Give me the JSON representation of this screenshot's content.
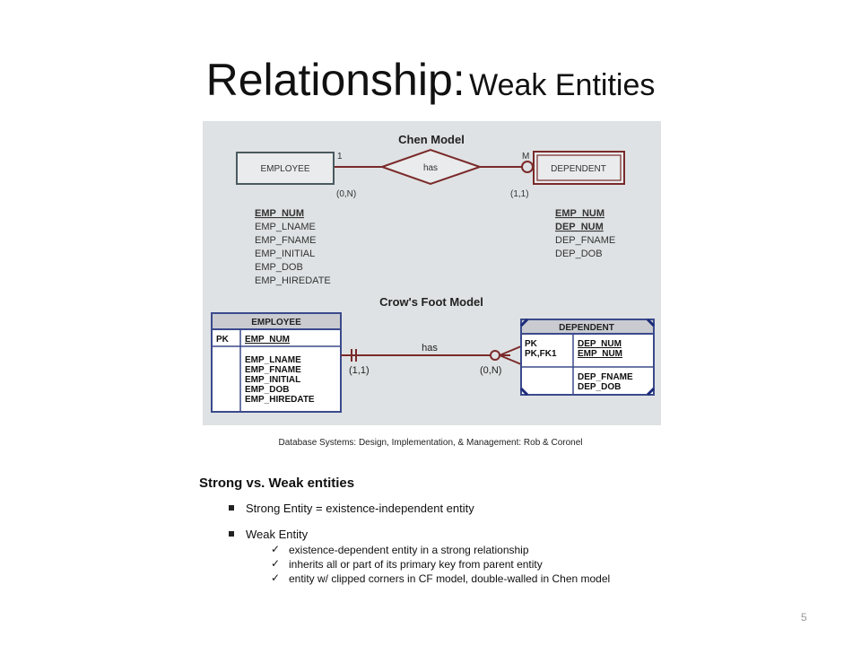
{
  "slide": {
    "title_main": "Relationship:",
    "title_sub": "Weak Entities",
    "caption": "Database Systems: Design, Implementation, & Management: Rob & Coronel",
    "page_number": "5"
  },
  "diagram": {
    "chen": {
      "title": "Chen Model",
      "entity_left": "EMPLOYEE",
      "entity_right": "DEPENDENT",
      "relationship": "has",
      "card_left": "1",
      "card_right": "M",
      "part_left": "(0,N)",
      "part_right": "(1,1)",
      "attrs_left": [
        "EMP_NUM",
        "EMP_LNAME",
        "EMP_FNAME",
        "EMP_INITIAL",
        "EMP_DOB",
        "EMP_HIREDATE"
      ],
      "attrs_right": [
        "EMP_NUM",
        "DEP_NUM",
        "DEP_FNAME",
        "DEP_DOB"
      ]
    },
    "crowsfoot": {
      "title": "Crow's Foot Model",
      "relationship": "has",
      "card_left": "(1,1)",
      "card_right": "(0,N)",
      "employee": {
        "name": "EMPLOYEE",
        "pk_label": "PK",
        "pk_attr": "EMP_NUM",
        "attrs": [
          "EMP_LNAME",
          "EMP_FNAME",
          "EMP_INITIAL",
          "EMP_DOB",
          "EMP_HIREDATE"
        ]
      },
      "dependent": {
        "name": "DEPENDENT",
        "key_labels": [
          "PK",
          "PK,FK1"
        ],
        "key_attrs": [
          "DEP_NUM",
          "EMP_NUM"
        ],
        "attrs": [
          "DEP_FNAME",
          "DEP_DOB"
        ]
      }
    }
  },
  "notes": {
    "heading": "Strong vs. Weak entities",
    "strong": "Strong Entity = existence-independent entity",
    "weak": "Weak Entity",
    "weak_points": [
      "existence-dependent entity in a strong relationship",
      "inherits all or part of its primary key from parent entity",
      "entity w/ clipped corners in CF model, double-walled in Chen model"
    ],
    "check_glyph": "✓"
  },
  "colors": {
    "chen_line": "#7a2a2a",
    "cf_line": "#7a2a2a",
    "table_border": "#3b4a8c",
    "header_fill": "#c9cbd0"
  }
}
